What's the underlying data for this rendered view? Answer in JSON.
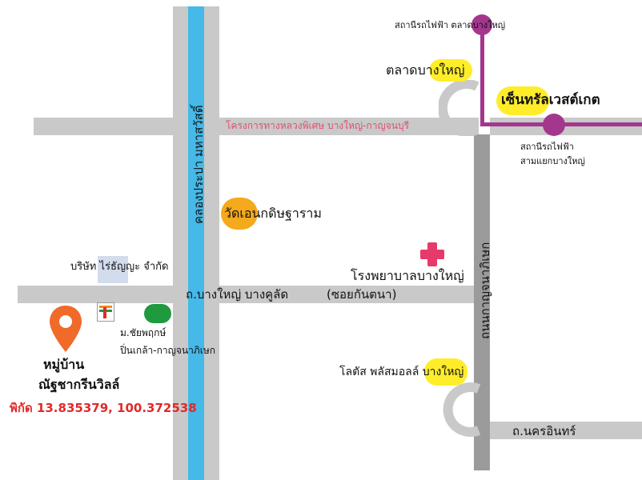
{
  "colors": {
    "road": "#c9c9c9",
    "road_dark": "#9b9b9b",
    "canal": "#45b9e8",
    "rail": "#a3378e",
    "highlight": "#ffed2a",
    "highlight_orange": "#f5a91c",
    "hospital": "#e63a6b",
    "pin": "#f06a2a",
    "coords": "#e02a2a",
    "expressway_text": "#e0506f",
    "marker_green": "#1f9a3f"
  },
  "labels": {
    "station_top": "สถานีรถไฟฟ้า ตลาดบางใหญ่",
    "market": "ตลาดบางใหญ่",
    "central": "เซ็นทรัลเวสต์เกต",
    "expressway": "โครงการทางหลวงพิเศษ บางใหญ่-กาญจนบุรี",
    "station_junction_line1": "สถานีรถไฟฟ้า",
    "station_junction_line2": "สามแยกบางใหญ่",
    "canal": "คลองประปา มหาสวัสดิ์",
    "temple": "วัดเอนกดิษฐาราม",
    "kanchana_road": "ถนนกาญจนาภิเษก",
    "company": "บริษัท ไร่ธัญญะ จำกัด",
    "hospital": "โรงพยาบาลบางใหญ่",
    "bangyai_road": "ถ.บางใหญ่ บางคูลัด",
    "soi": "(ซอยกันตนา)",
    "university_line1": "ม.ชัยพฤกษ์",
    "university_line2": "ปิ่นเกล้า-กาญจนาภิเษก",
    "village_line1": "หมู่บ้าน",
    "village_line2": "ณัฐชากรีนวิลล์",
    "coords": "พิกัด 13.835379, 100.372538",
    "lotus": "โลตัส พลัสมอลล์ บางใหญ่",
    "nakhon_in_road": "ถ.นครอินทร์"
  },
  "icons": {
    "hospital": "red-cross-icon",
    "store": "seven-eleven-icon",
    "pin": "location-pin-icon",
    "university": "green-marker-icon",
    "station": "rail-station-icon"
  }
}
